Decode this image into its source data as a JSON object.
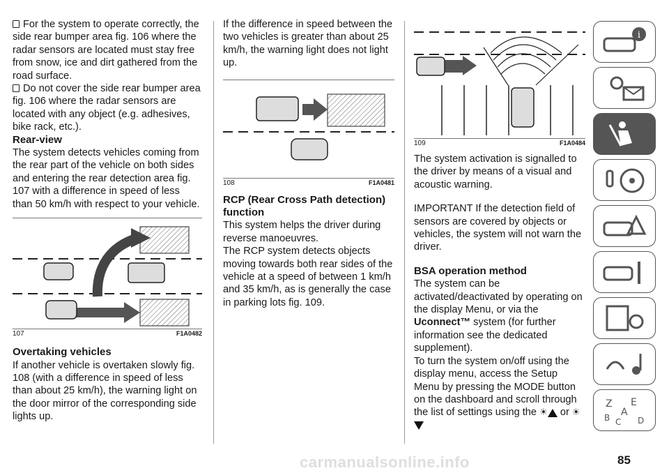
{
  "col1": {
    "note1": "For the system to operate correctly, the side rear bumper area fig. 106 where the radar sensors are located must stay free from snow, ice and dirt gathered from the road surface.",
    "note2": "Do not cover the side rear bumper area fig. 106 where the radar sensors are located with any object (e.g. adhesives, bike rack, etc.).",
    "h_rearview": "Rear-view",
    "p_rearview": "The system detects vehicles coming from the rear part of the vehicle on both sides and entering the rear detection area fig. 107 with a difference in speed of less than 50 km/h with respect to your vehicle.",
    "fig_num": "107",
    "fig_code": "F1A0482",
    "h_overtaking": "Overtaking vehicles",
    "p_overtaking": "If another vehicle is overtaken slowly fig. 108 (with a difference in speed of less than about 25 km/h), the warning light on the door mirror of the corresponding side lights up."
  },
  "col2": {
    "p_top": "If the difference in speed between the two vehicles is greater than about 25 km/h, the warning light does not light up.",
    "fig_num": "108",
    "fig_code": "F1A0481",
    "h_rcp": "RCP (Rear Cross Path detection) function",
    "p_rcp1": "This system helps the driver during reverse manoeuvres.",
    "p_rcp2": "The RCP system detects objects moving towards both rear sides of the vehicle at a speed of between 1 km/h and 35 km/h, as is generally the case in parking lots fig. 109."
  },
  "col3": {
    "fig_num": "109",
    "fig_code": "F1A0484",
    "p_activation": "The system activation is signalled to the driver by means of a visual and acoustic warning.",
    "p_important": "IMPORTANT If the detection field of sensors are covered by objects or vehicles, the system will not warn the driver.",
    "h_bsa": "BSA operation method",
    "p_bsa1_pre": "The system can be activated/deactivated by operating on the display Menu, or via the",
    "p_bsa1_bold": "Uconnect™",
    "p_bsa1_post": "system (for further information see the dedicated supplement).",
    "p_bsa2": "To turn the system on/off using the display menu, access the Setup Menu by pressing the MODE button on the dashboard and scroll through the list of settings using the",
    "p_bsa2_or": "or"
  },
  "page_number": "85",
  "watermark": "carmanualsonline.info",
  "sidebar_tabs": [
    "car-info-icon",
    "warning-lights-icon",
    "safety-airbag-icon",
    "starting-driving-icon",
    "emergency-icon",
    "maintenance-icon",
    "technical-data-icon",
    "multimedia-icon",
    "index-icon"
  ],
  "colors": {
    "accent": "#555555"
  }
}
